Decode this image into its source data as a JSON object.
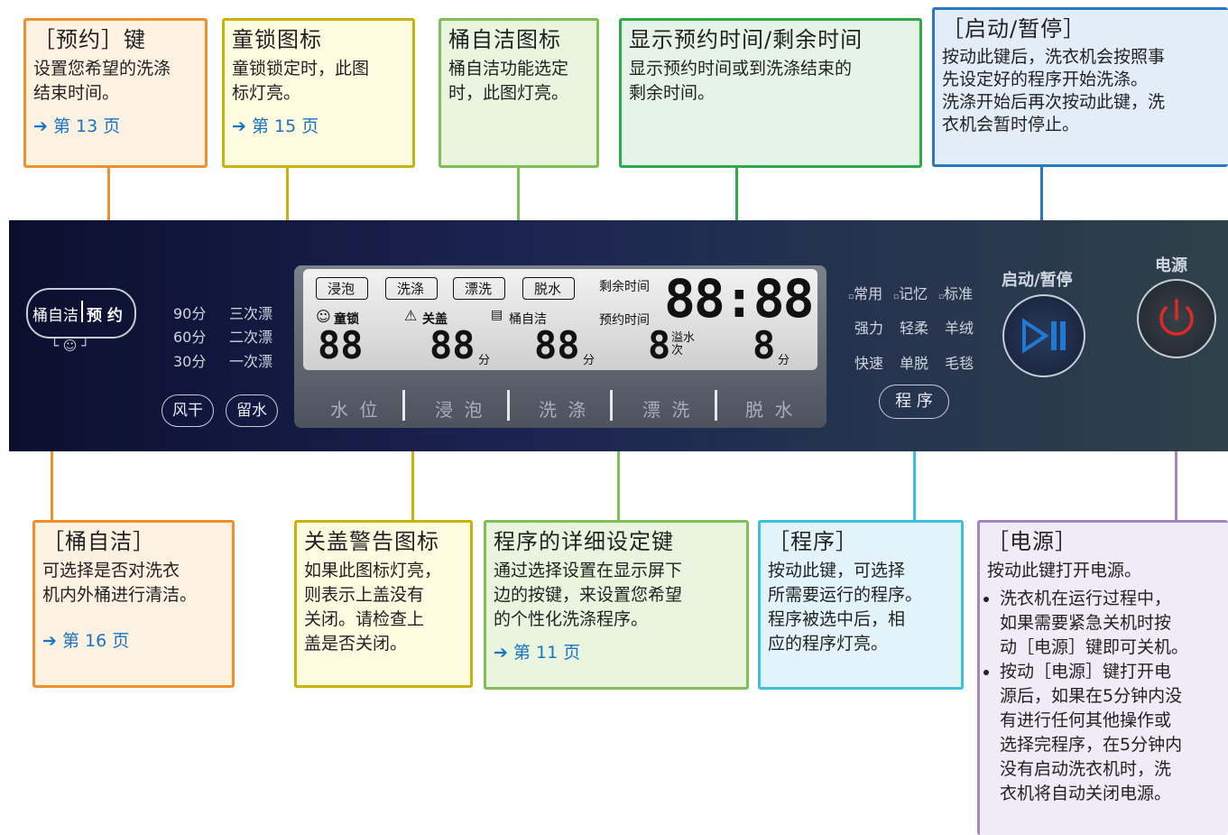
{
  "callouts": {
    "reserve_key": {
      "title": "［预约］键",
      "desc": "设置您希望的洗涤\n结束时间。",
      "ref": "➔ 第 13 页",
      "color": "#f0902a",
      "bg": "#fdf1e1"
    },
    "child_lock": {
      "title": "童锁图标",
      "desc": "童锁锁定时，此图\n标灯亮。",
      "ref": "➔ 第 15 页",
      "color": "#c9b30a",
      "bg": "#fffbe0"
    },
    "tub_clean_icon": {
      "title": "桶自洁图标",
      "desc": "桶自洁功能选定\n时，此图灯亮。",
      "color": "#7fbf55",
      "bg": "#e9f5df"
    },
    "time_display": {
      "title": "显示预约时间/剩余时间",
      "desc": "显示预约时间或到洗涤结束的\n剩余时间。",
      "color": "#2eaa4a",
      "bg": "#e6f4e8"
    },
    "start_pause": {
      "title": "［启动/暂停］",
      "desc": "按动此键后，洗衣机会按照事\n先设定好的程序开始洗涤。\n洗涤开始后再次按动此键，洗\n衣机会暂时停止。",
      "color": "#2a78c0",
      "bg": "#e3edf8"
    },
    "tub_clean_key": {
      "title": "［桶自洁］",
      "desc": "可选择是否对洗衣\n机内外桶进行清洁。",
      "ref": "➔ 第 16 页",
      "color": "#f0902a",
      "bg": "#fdf1e1"
    },
    "lid_warning": {
      "title": "关盖警告图标",
      "desc": "如果此图标灯亮，\n则表示上盖没有\n关闭。请检查上\n盖是否关闭。",
      "color": "#c9b30a",
      "bg": "#fffbe0"
    },
    "detail_keys": {
      "title": "程序的详细设定键",
      "desc": "通过选择设置在显示屏下\n边的按键，来设置您希望\n的个性化洗涤程序。",
      "ref": "➔ 第 11 页",
      "color": "#7fbf55",
      "bg": "#e9f5df"
    },
    "program_key": {
      "title": "［程序］",
      "desc": "按动此键，可选择\n所需要运行的程序。\n程序被选中后，相\n应的程序灯亮。",
      "color": "#3cc0e0",
      "bg": "#e2f4fa"
    },
    "power_key": {
      "title": "［电源］",
      "desc": "按动此键打开电源。",
      "bullets": [
        "洗衣机在运行过程中，\n如果需要紧急关机时按\n动［电源］键即可关机。",
        "按动［电源］键打开电\n源后，如果在5分钟内没\n有进行任何其他操作或\n选择完程序，在5分钟内\n没有启动洗衣机时，洗\n衣机将自动关闭电源。"
      ],
      "color": "#a585c2",
      "bg": "#f1ebf7"
    }
  },
  "panel": {
    "tub_clean_btn": "桶自洁",
    "reserve_btn": "预 约",
    "rinse_times": [
      "90分",
      "60分",
      "30分"
    ],
    "rinse_counts": [
      "三次漂",
      "二次漂",
      "一次漂"
    ],
    "dry_btn": "风干",
    "hold_water_btn": "留水",
    "lcd": {
      "stages": [
        "浸泡",
        "洗涤",
        "漂洗",
        "脱水"
      ],
      "remaining_label": "剩余时间",
      "reserve_label": "预约时间",
      "big_time": "88:88",
      "child_lock": "童锁",
      "lid": "关盖",
      "tub_clean": "桶自洁",
      "seg1": "88",
      "seg2": "88",
      "seg2_unit": "分",
      "seg3": "88",
      "seg3_unit": "分",
      "seg4": "8",
      "seg4_unit": "溢水\n次",
      "seg5": "8",
      "seg5_unit": "分"
    },
    "detail_buttons": [
      "水 位",
      "浸 泡",
      "洗 涤",
      "漂 洗",
      "脱 水"
    ],
    "programs": [
      [
        "常用",
        "记忆",
        "标准"
      ],
      [
        "强力",
        "轻柔",
        "羊绒"
      ],
      [
        "快速",
        "单脱",
        "毛毯"
      ]
    ],
    "program_btn": "程 序",
    "start_label": "启动/暂停",
    "power_label": "电源"
  }
}
